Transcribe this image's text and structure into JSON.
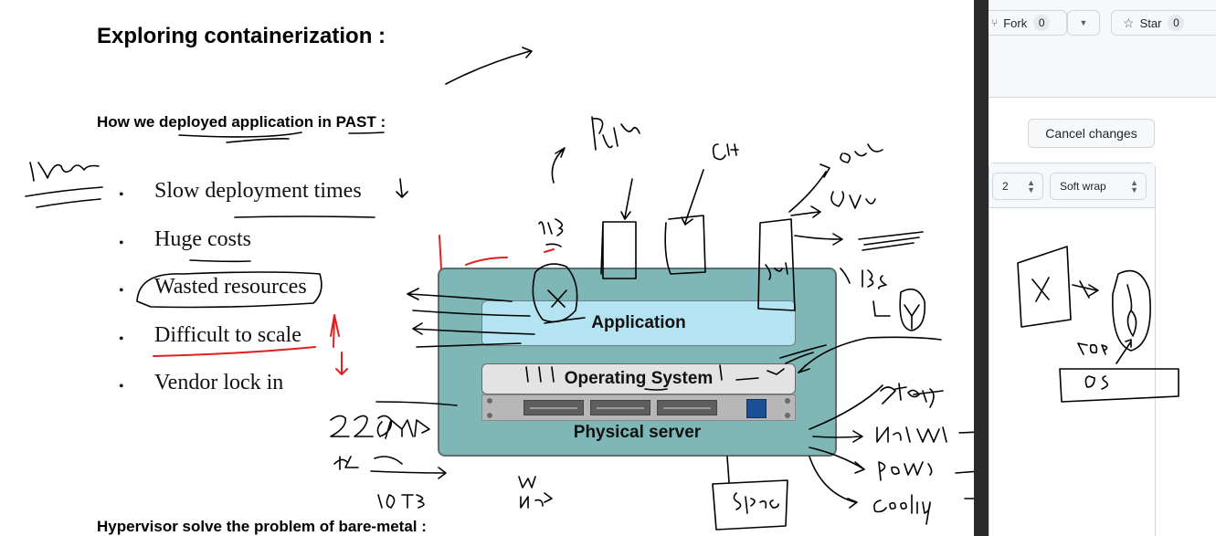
{
  "document": {
    "title": "Exploring containerization :",
    "subheading": "How we deployed application in PAST :",
    "bullets": [
      "Slow deployment times",
      "Huge costs",
      "Wasted resources",
      "Difficult to scale",
      "Vendor  lock in"
    ],
    "footer_heading": "Hypervisor solve the problem of bare-metal :",
    "diagram": {
      "layers": [
        "Application",
        "Operating System",
        "Physical server"
      ]
    }
  },
  "annotations": {
    "handwritten": [
      "Infra",
      "Python",
      "C++",
      "Oran",
      "Java",
      "LiBs",
      "Jar",
      "LiBs",
      "228 RAM",
      "64 Cor",
      "10TB",
      "Storage",
      "Network",
      "power",
      "Cooling",
      "Space",
      "W",
      "Nrs",
      "OS",
      "OR",
      "X",
      "Y"
    ],
    "ink_color": "#000000",
    "highlight_color": "#e02020"
  },
  "github_panel": {
    "fork_label": "Fork",
    "fork_count": "0",
    "star_label": "Star",
    "star_count": "0",
    "cancel_button": "Cancel changes",
    "indent_select": "2",
    "wrap_select": "Soft wrap"
  }
}
